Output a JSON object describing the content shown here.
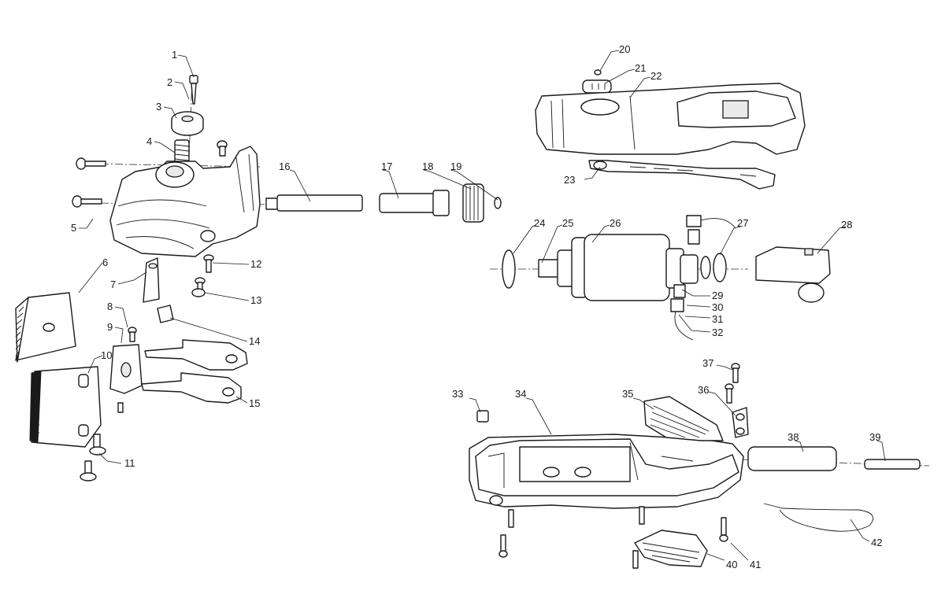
{
  "callouts": [
    "1",
    "2",
    "3",
    "4",
    "5",
    "6",
    "7",
    "8",
    "9",
    "10",
    "11",
    "12",
    "13",
    "14",
    "15",
    "16",
    "17",
    "18",
    "19",
    "20",
    "21",
    "22",
    "23",
    "24",
    "25",
    "26",
    "27",
    "28",
    "29",
    "30",
    "31",
    "32",
    "33",
    "34",
    "35",
    "36",
    "37",
    "38",
    "39",
    "40",
    "41",
    "42"
  ],
  "colors": {
    "line": "#1a1a1a",
    "background": "#ffffff",
    "shade": "#e9e9e9"
  }
}
